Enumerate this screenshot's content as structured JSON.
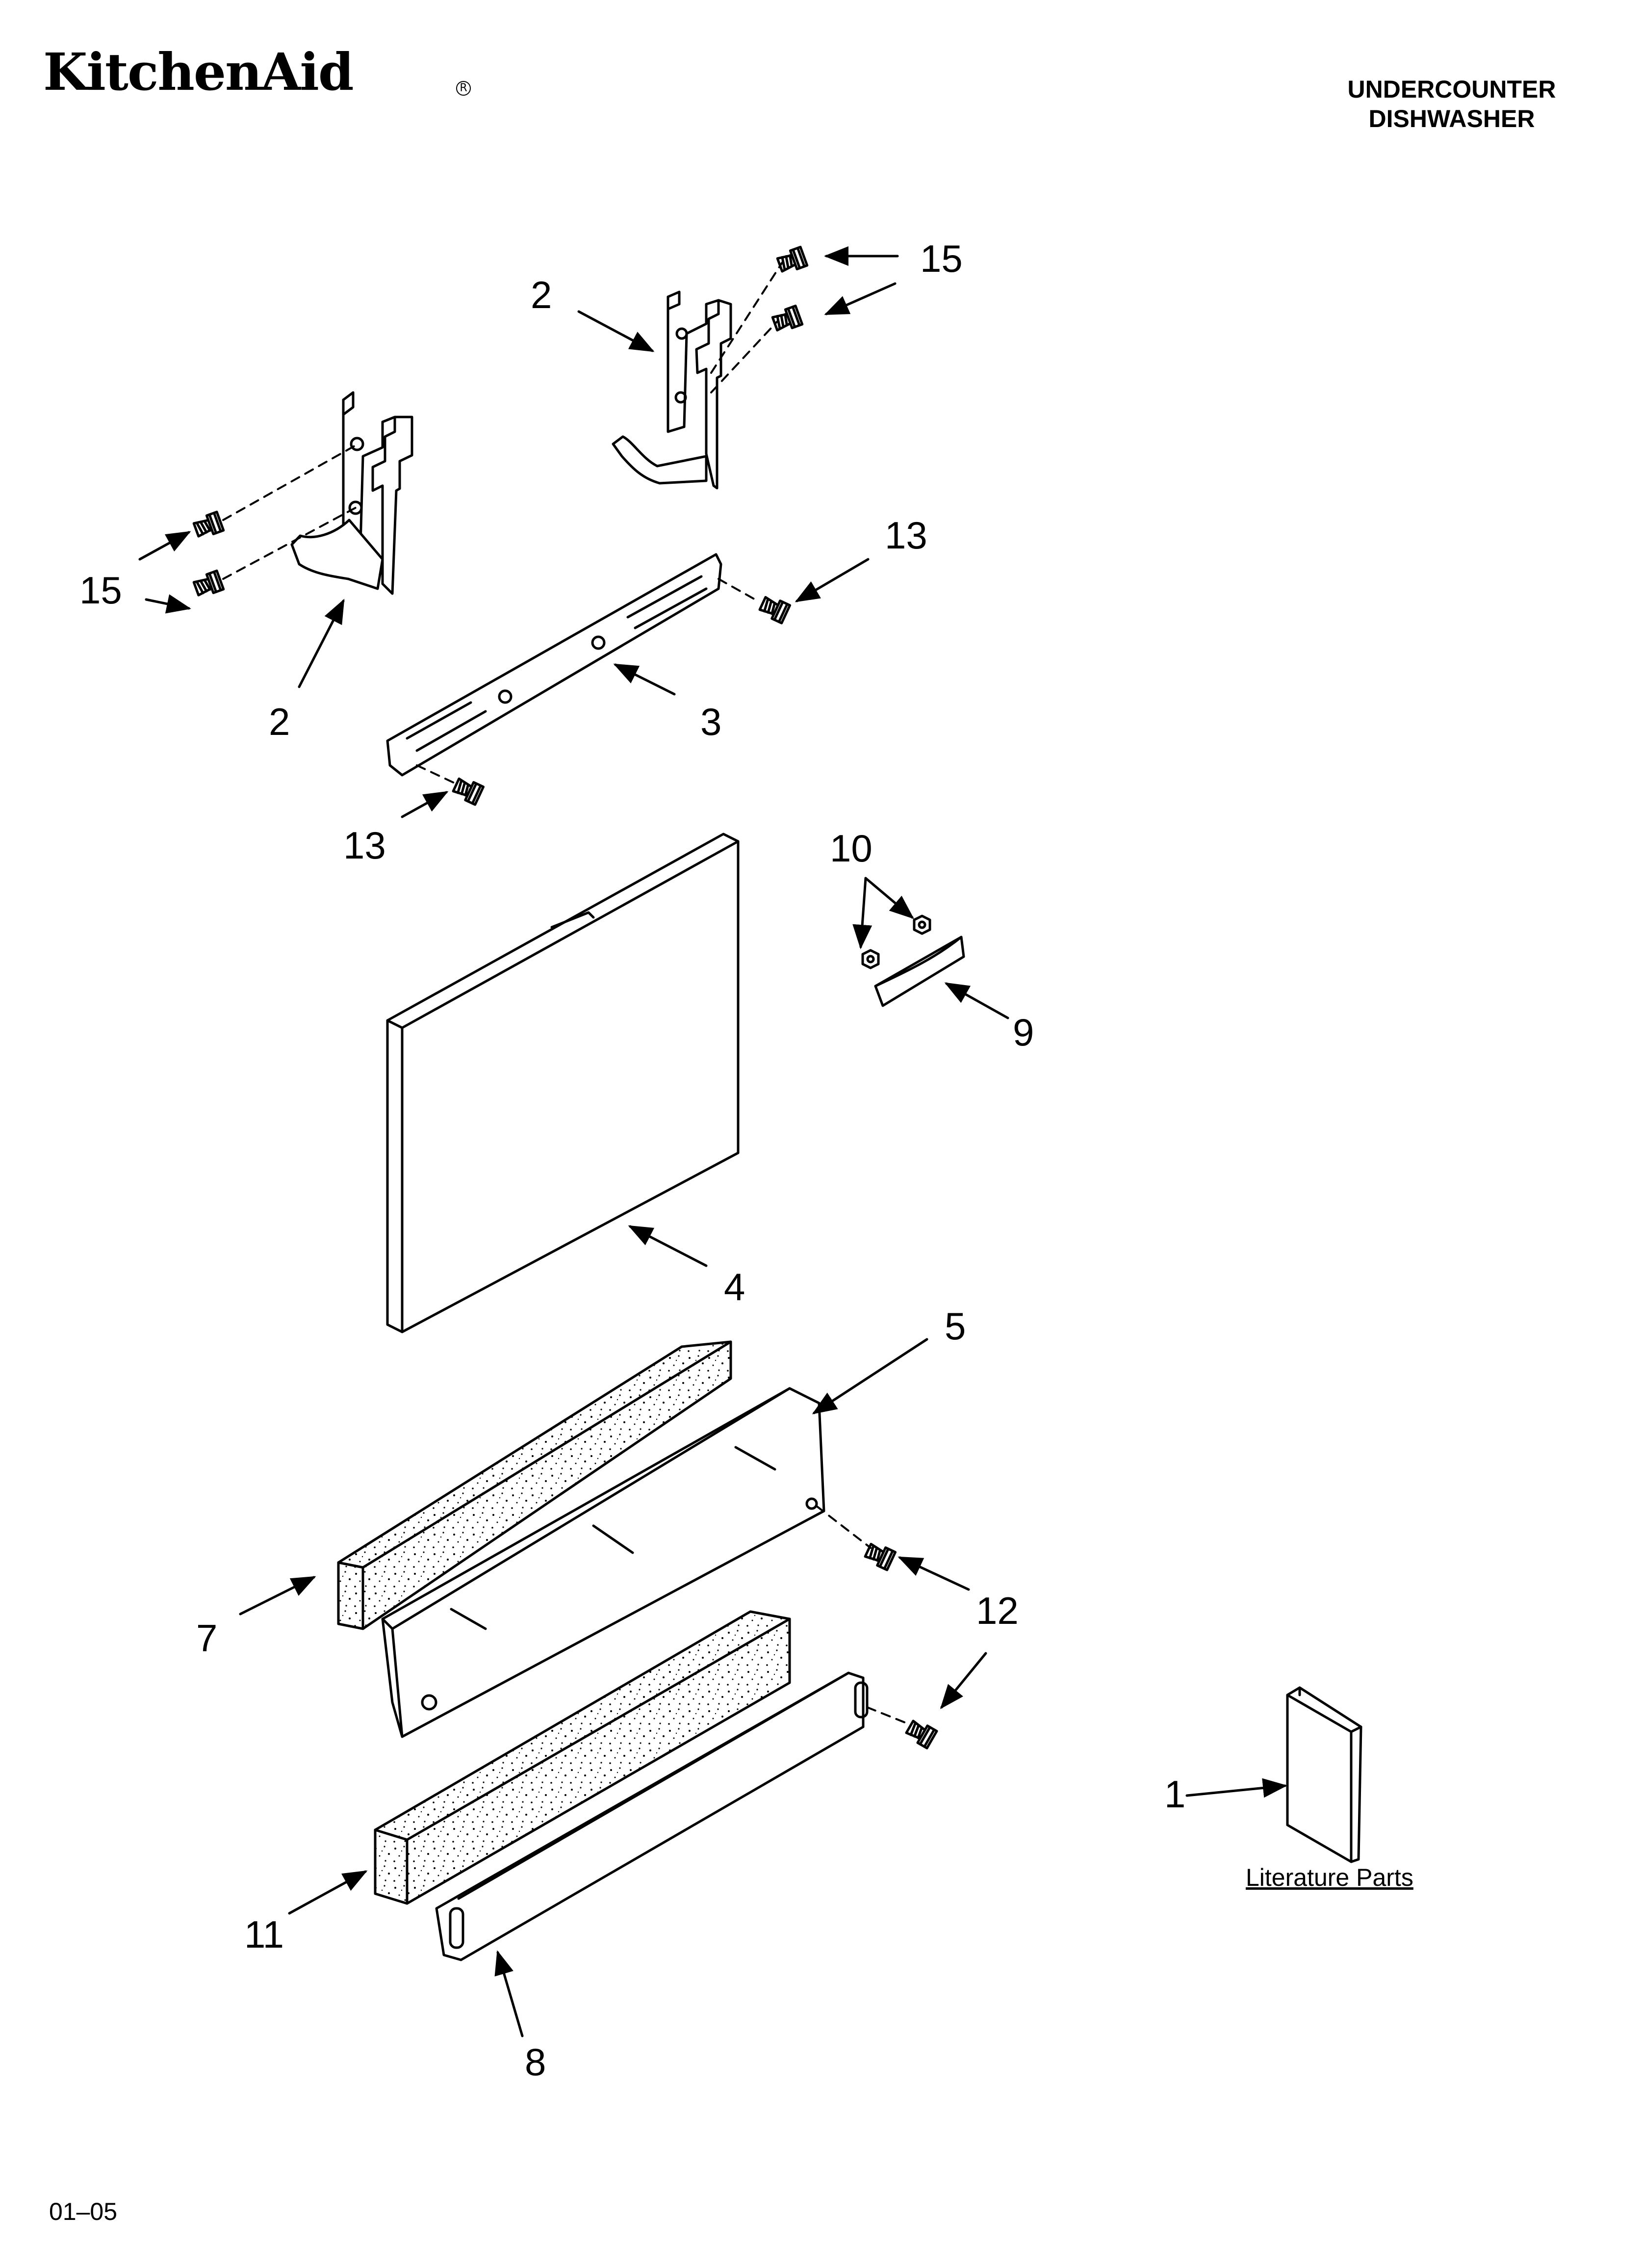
{
  "header": {
    "brand": "KitchenAid",
    "brand_mark": "R",
    "title_line1": "UNDERCOUNTER",
    "title_line2": "DISHWASHER"
  },
  "callouts": {
    "c15_top": "15",
    "c2_top": "2",
    "c15_left": "15",
    "c2_left": "2",
    "c13_right": "13",
    "c3": "3",
    "c13_left": "13",
    "c10": "10",
    "c9": "9",
    "c4": "4",
    "c5": "5",
    "c7": "7",
    "c12": "12",
    "c1": "1",
    "c11": "11",
    "c8": "8"
  },
  "literature_label": "Literature Parts",
  "footer_code": "01–05",
  "colors": {
    "ink": "#000000",
    "paper": "#ffffff",
    "panel_shade": "#e8e8e8"
  }
}
